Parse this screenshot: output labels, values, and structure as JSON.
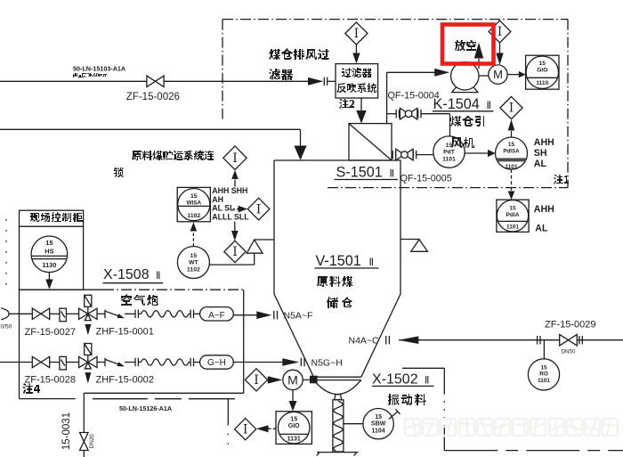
{
  "highlight": {
    "label": "放空",
    "color": "#e8201a"
  },
  "pipes": {
    "inlet_main": {
      "line_no": "50-LN-15103-A1A",
      "spec": "保温层DN80mm"
    },
    "blowdown": {
      "line_no": "50-LN-15126-A1A"
    },
    "drain": {
      "line_no": "15-0031",
      "size": "DN20"
    },
    "purge": {
      "line_no": "ZF-15-0029",
      "size": "DN50"
    },
    "cannon_supply_size": "0/50"
  },
  "valves": {
    "zf0026": "ZF-15-0026",
    "qf0004": "QF-15-0004",
    "qf0005": "QF-15-0005",
    "zf0027": "ZF-15-0027",
    "zhf0001": "ZHF-15-0001",
    "zf0028": "ZF-15-0028",
    "zhf0002": "ZHF-15-0002"
  },
  "equipment": {
    "exhaust_filter": {
      "name1": "煤仓排风过",
      "name2": "滤器"
    },
    "backblow_unit": {
      "name1": "过滤器",
      "name2": "反吹系统",
      "note": "注2"
    },
    "filter": {
      "tag": "S-1501",
      "suffix": "Ⅱ"
    },
    "fan": {
      "tag": "K-1504",
      "suffix": "Ⅱ",
      "name1": "煤仓引",
      "name2": "风机"
    },
    "bunker": {
      "tag": "V-1501",
      "suffix": "Ⅱ",
      "name1": "原料煤",
      "name2": "储仓"
    },
    "air_cannon": {
      "tag": "X-1508",
      "suffix": "Ⅱ",
      "name": "空气炮",
      "note": "注4"
    },
    "feeder": {
      "tag": "X-1502",
      "suffix": "Ⅱ",
      "name": "振动料"
    },
    "cabinet": {
      "name": "现场控制柜"
    }
  },
  "instruments": {
    "wisa1102": {
      "l1": "15",
      "l2": "WISA",
      "l3": "1102",
      "alarms": [
        "AHH SHH",
        "AH",
        "AL SL",
        "ALLL SLL"
      ]
    },
    "wt1102": {
      "l1": "15",
      "l2": "WT",
      "l3": "1102"
    },
    "hs1130": {
      "l1": "15",
      "l2": "HS",
      "l3": "1130"
    },
    "pdt1101": {
      "l1": "15",
      "l2": "PdT",
      "l3": "1101"
    },
    "pdisa1101": {
      "l1": "15",
      "l2": "PdISA",
      "l3": "1101",
      "alarms": [
        "AHH",
        "SH",
        "AL"
      ]
    },
    "pdia1101": {
      "l1": "15",
      "l2": "PdIA",
      "l3": "1101",
      "alarms": [
        "AHH",
        "AL"
      ]
    },
    "gio1110": {
      "l1": "15",
      "l2": "GIO",
      "l3": "1110"
    },
    "gio1131": {
      "l1": "15",
      "l2": "GIO",
      "l3": "1131"
    },
    "ro1101": {
      "l1": "15",
      "l2": "RO",
      "l3": "1101"
    },
    "sbw1104": {
      "l1": "15",
      "l2": "SBW",
      "l3": "1104"
    }
  },
  "nozzles": {
    "n5af": "N5A~F",
    "n5gh": "N5G~H",
    "n4ac": "N4A~C",
    "af": "A~F",
    "gh": "G~H"
  },
  "motors": {
    "fan_motor": "M",
    "feeder_motor": "M"
  },
  "interlocks": {
    "symbol": "I",
    "note1": "注1",
    "conveyor_line1": "原料煤贮运系统连",
    "conveyor_line2": "锁"
  }
}
